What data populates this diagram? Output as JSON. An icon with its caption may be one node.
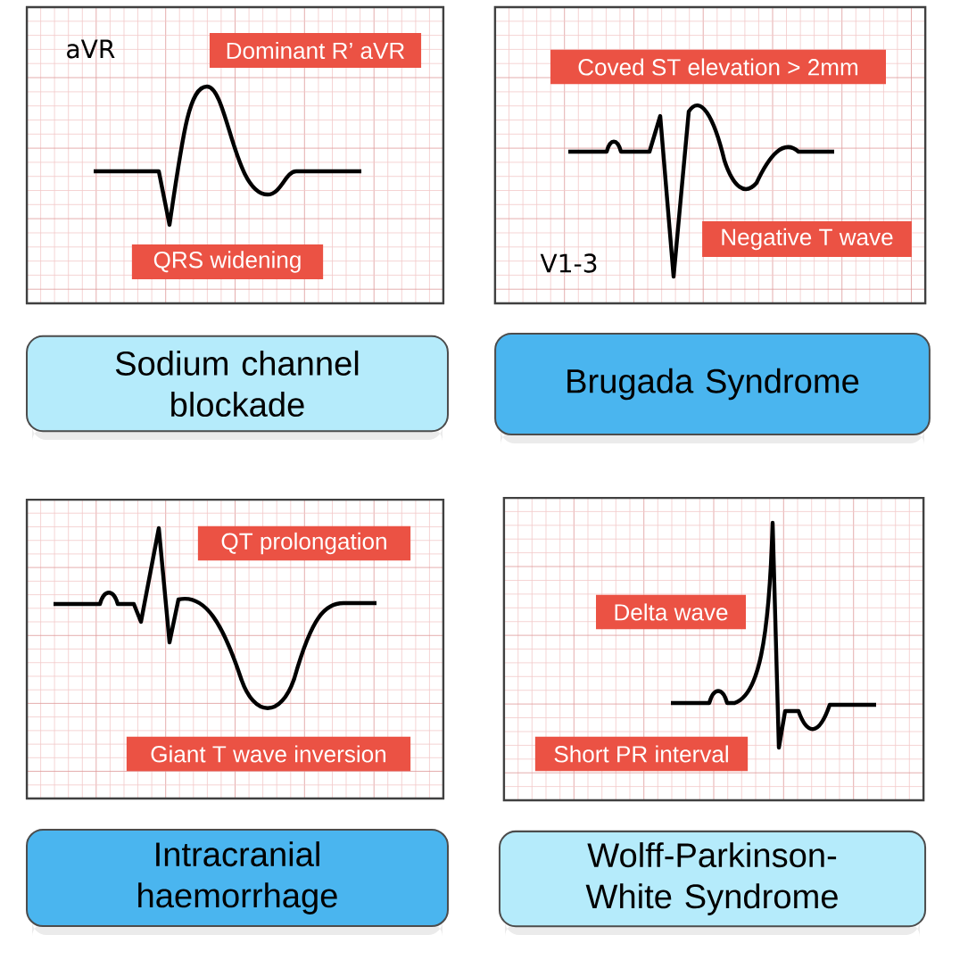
{
  "diagram": {
    "nodes": [
      {
        "text": [
          "aVR"
        ]
      },
      {
        "text": [
          "Dominant R’ aVR"
        ],
        "in": 0
      },
      {
        "text": [
          "QRS widening"
        ],
        "in": 0
      },
      {
        "text": [
          "V1-3"
        ]
      },
      {
        "text": [
          "Coved ST elevation > 2mm"
        ],
        "in": 3
      },
      {
        "text": [
          "Negative T wave"
        ],
        "in": 3
      },
      {
        "text": [
          "Sodium channel blockade"
        ]
      },
      {
        "text": [
          "Brugada Syndrome"
        ]
      },
      {
        "text": [],
        "shape": "box"
      },
      {
        "text": [
          "QT prolongation"
        ],
        "in": 8
      },
      {
        "text": [
          "Giant T wave inversion"
        ],
        "in": 8
      },
      {
        "text": [],
        "shape": "box"
      },
      {
        "text": [
          "Delta wave"
        ],
        "in": 11
      },
      {
        "text": [
          "Short PR interval"
        ],
        "in": 11
      },
      {
        "text": [
          "Intracranial haemorrhage"
        ]
      },
      {
        "text": [
          "Wolff-Parkinson-White Syndrome"
        ]
      }
    ]
  }
}
